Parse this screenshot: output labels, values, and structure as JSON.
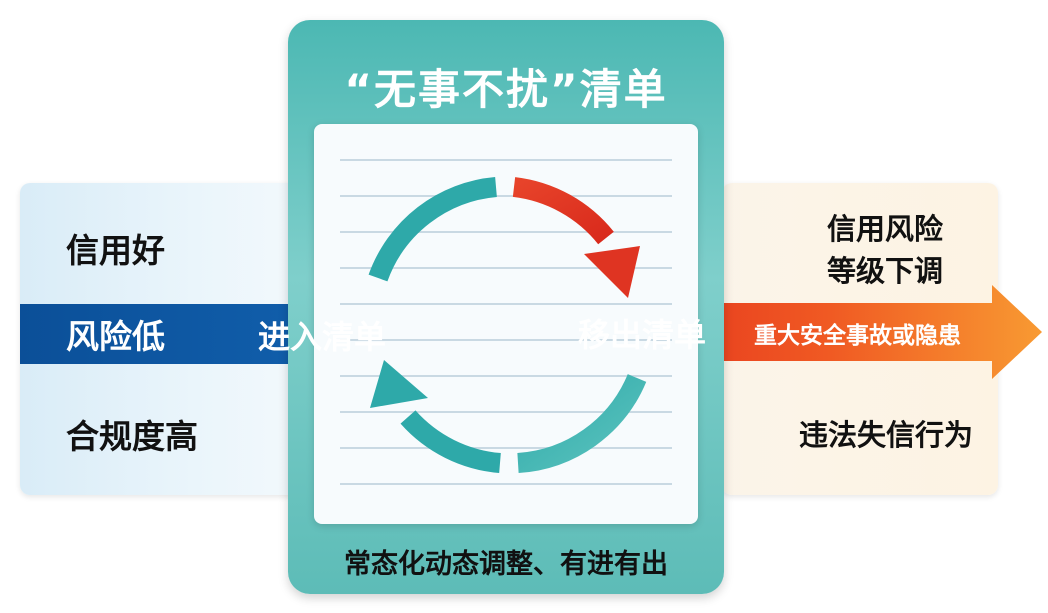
{
  "title": "“无事不扰”清单",
  "caption": "常态化动态调整、有进有出",
  "criteria": [
    "信用好",
    "风险低",
    "合规度高"
  ],
  "enter": "进入清单",
  "exit": "移出清单",
  "exit_reasons": {
    "credit_line1": "信用风险",
    "credit_line2": "等级下调",
    "accident": "重大安全事故或隐患",
    "violation": "违法失信行为"
  },
  "colors": {
    "teal": "#4cb8b3",
    "blue": "#0d56a2",
    "red": "#e3301f",
    "orange": "#f6892c"
  },
  "icons": [
    "cycle-arrows-icon",
    "document-icon"
  ]
}
